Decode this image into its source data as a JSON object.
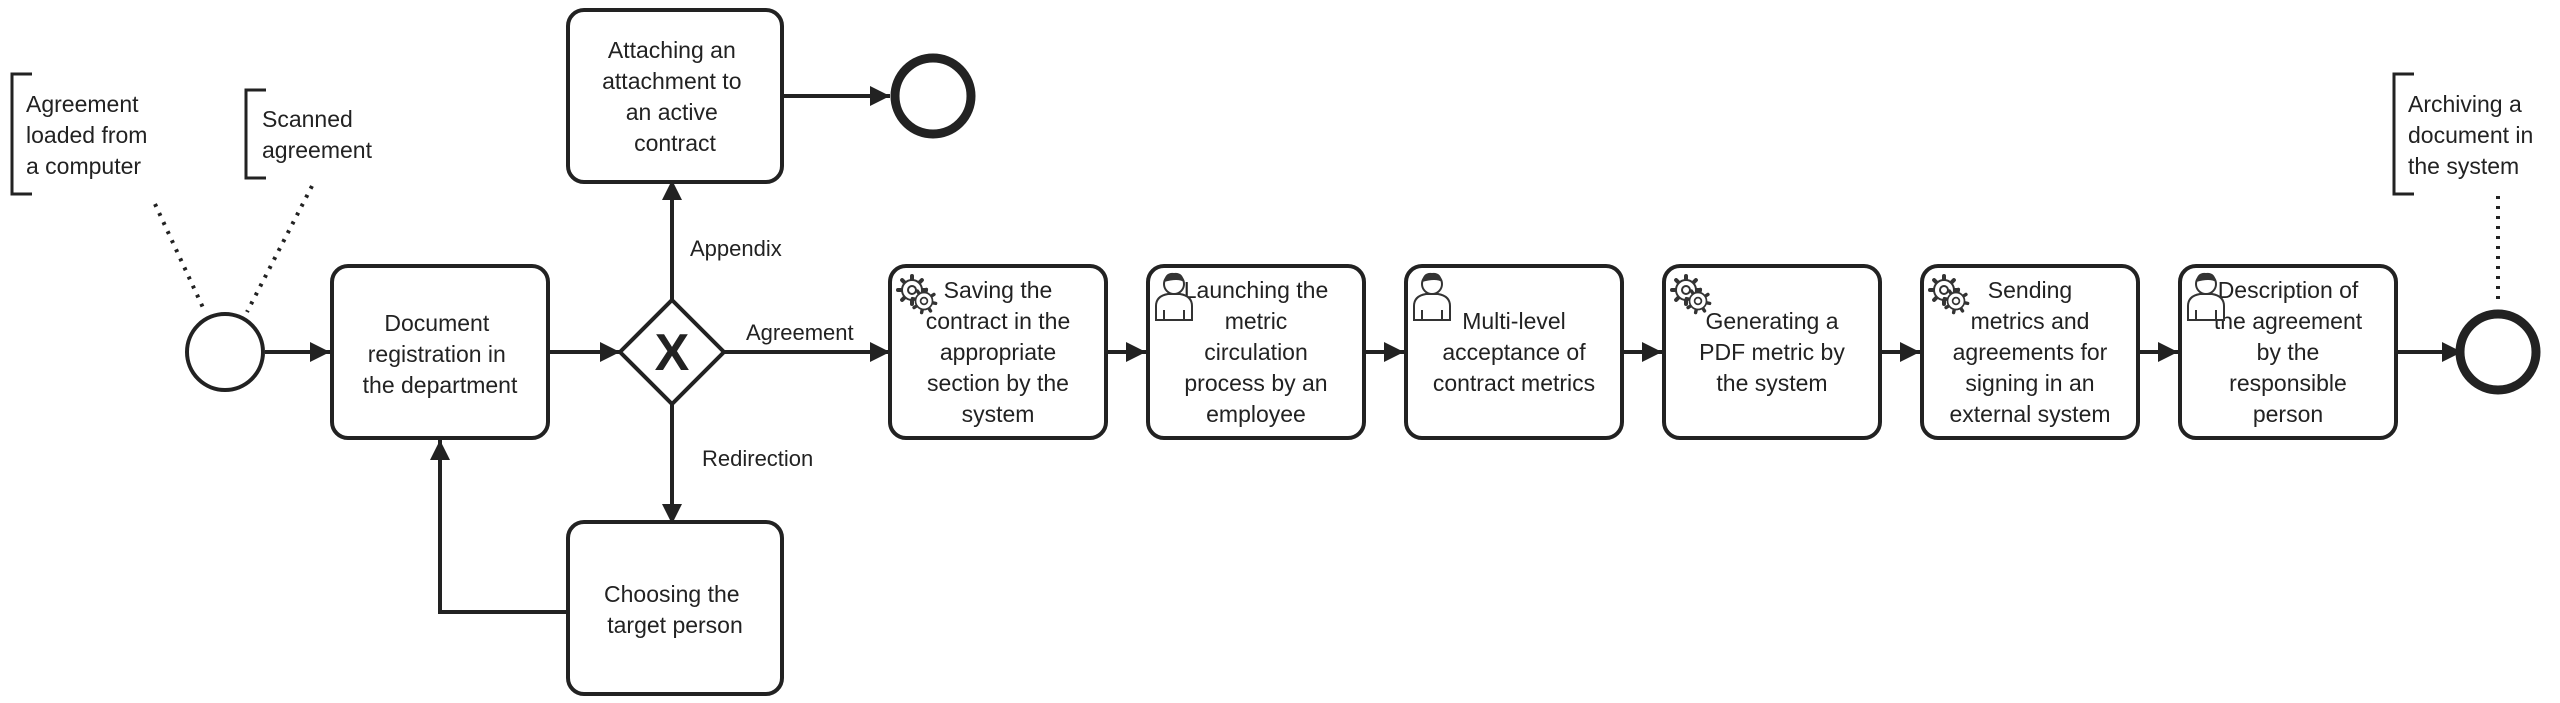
{
  "diagram": {
    "start_event": {
      "label": ""
    },
    "end_events": [
      {
        "label": ""
      },
      {
        "label": ""
      }
    ],
    "annotations": [
      {
        "lines": [
          "Agreement",
          "loaded from",
          "a computer"
        ]
      },
      {
        "lines": [
          "Scanned",
          "agreement"
        ]
      },
      {
        "lines": [
          "Archiving a",
          "document in",
          "the system"
        ]
      }
    ],
    "gateway": {
      "type": "exclusive",
      "symbol": "X"
    },
    "tasks": [
      {
        "kind": "plain",
        "lines": [
          "Document",
          "registration in",
          "the department"
        ]
      },
      {
        "kind": "plain",
        "lines": [
          "Attaching an",
          "attachment to",
          "an active",
          "contract"
        ]
      },
      {
        "kind": "plain",
        "lines": [
          "Choosing the",
          "target person"
        ]
      },
      {
        "kind": "service",
        "lines": [
          "Saving the",
          "contract in the",
          "appropriate",
          "section by the",
          "system"
        ]
      },
      {
        "kind": "user",
        "lines": [
          "Launching the",
          "metric",
          "circulation",
          "process by an",
          "employee"
        ]
      },
      {
        "kind": "user",
        "lines": [
          "Multi-level",
          "acceptance of",
          "contract metrics"
        ]
      },
      {
        "kind": "service",
        "lines": [
          "Generating a",
          "PDF metric by",
          "the system"
        ]
      },
      {
        "kind": "service",
        "lines": [
          "Sending",
          "metrics and",
          "agreements for",
          "signing in an",
          "external system"
        ]
      },
      {
        "kind": "user",
        "lines": [
          "Description of",
          "the agreement",
          "by the",
          "responsible",
          "person"
        ]
      }
    ],
    "flow_labels": {
      "appendix": "Appendix",
      "agreement": "Agreement",
      "redirection": "Redirection"
    },
    "colors": {
      "stroke": "#222222",
      "fill": "#ffffff",
      "text": "#222222"
    },
    "icons": {
      "service": "gear-icon",
      "user": "user-icon"
    }
  }
}
